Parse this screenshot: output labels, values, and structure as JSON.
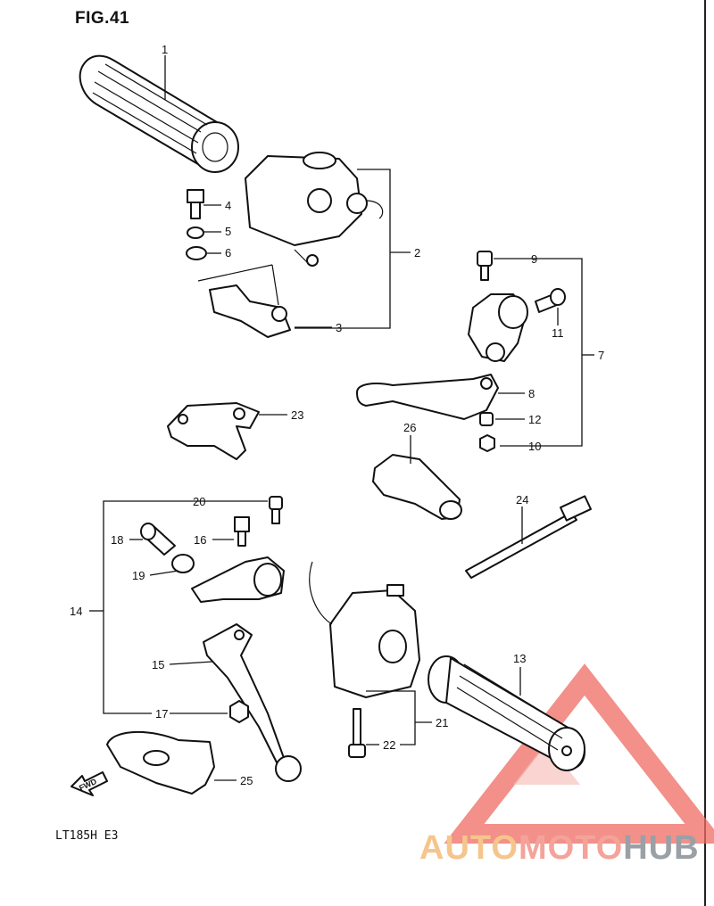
{
  "figure": {
    "title": "FIG.41",
    "model": "LT185H  E3",
    "arrow_text": "FWD"
  },
  "watermark": {
    "part1": "AUTO",
    "part2": "MOTO",
    "part3": "HUB"
  },
  "colors": {
    "ink": "#111111",
    "watermark_orange": "#f5c58c",
    "watermark_red": "#f4a39a",
    "watermark_gray": "#9aa0a6"
  },
  "callouts": [
    {
      "id": "1",
      "text": "1"
    },
    {
      "id": "2",
      "text": "2"
    },
    {
      "id": "3",
      "text": "3"
    },
    {
      "id": "4",
      "text": "4"
    },
    {
      "id": "5",
      "text": "5"
    },
    {
      "id": "6",
      "text": "6"
    },
    {
      "id": "7",
      "text": "7"
    },
    {
      "id": "8",
      "text": "8"
    },
    {
      "id": "9",
      "text": "9"
    },
    {
      "id": "10",
      "text": "10"
    },
    {
      "id": "11",
      "text": "11"
    },
    {
      "id": "12",
      "text": "12"
    },
    {
      "id": "13",
      "text": "13"
    },
    {
      "id": "14",
      "text": "14"
    },
    {
      "id": "15",
      "text": "15"
    },
    {
      "id": "16",
      "text": "16"
    },
    {
      "id": "17",
      "text": "17"
    },
    {
      "id": "18",
      "text": "18"
    },
    {
      "id": "19",
      "text": "19"
    },
    {
      "id": "20",
      "text": "20"
    },
    {
      "id": "21",
      "text": "21"
    },
    {
      "id": "22",
      "text": "22"
    },
    {
      "id": "23",
      "text": "23"
    },
    {
      "id": "24",
      "text": "24"
    },
    {
      "id": "25",
      "text": "25"
    },
    {
      "id": "26",
      "text": "26"
    }
  ]
}
